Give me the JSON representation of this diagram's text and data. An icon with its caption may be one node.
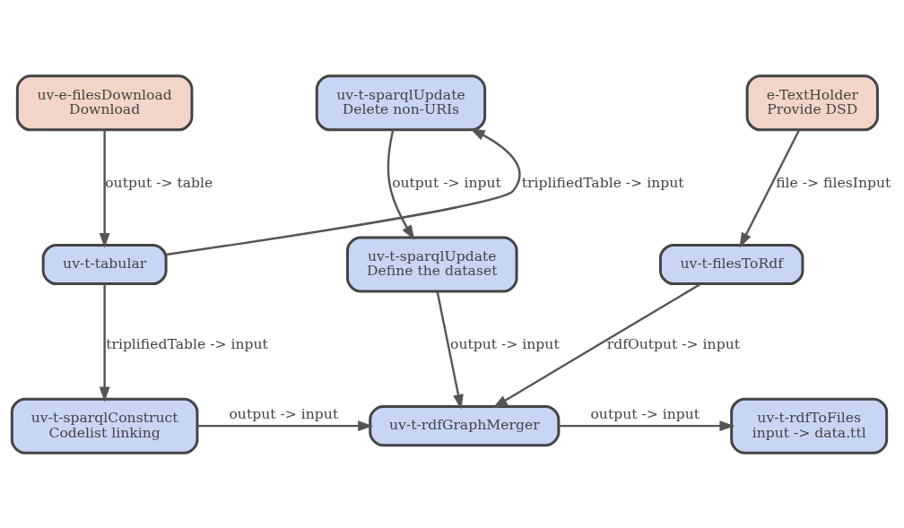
{
  "diagram": {
    "nodes": [
      {
        "text": [
          "uv-e-filesDownload",
          "Download"
        ]
      },
      {
        "text": [
          "uv-t-sparqlUpdate",
          "Delete non-URIs"
        ]
      },
      {
        "text": [
          "e-TextHolder",
          "Provide DSD"
        ]
      },
      {
        "text": [
          "uv-t-tabular"
        ]
      },
      {
        "text": [
          "uv-t-sparqlUpdate",
          "Define the dataset"
        ]
      },
      {
        "text": [
          "uv-t-filesToRdf"
        ]
      },
      {
        "text": [
          "uv-t-sparqlConstruct",
          "Codelist linking"
        ]
      },
      {
        "text": [
          "uv-t-rdfGraphMerger"
        ]
      },
      {
        "text": [
          "uv-t-rdfToFiles",
          "input -> data.ttl"
        ]
      }
    ],
    "edges": [
      {
        "from": 0,
        "to": 3,
        "arrow": "to",
        "label": "output -> table"
      },
      {
        "from": 3,
        "to": 1,
        "arrow": "to",
        "label": "triplifiedTable -> input"
      },
      {
        "from": 1,
        "to": 4,
        "arrow": "to",
        "label": "output -> input"
      },
      {
        "from": 2,
        "to": 5,
        "arrow": "to",
        "label": "file -> filesInput"
      },
      {
        "from": 3,
        "to": 6,
        "arrow": "to",
        "label": "triplifiedTable -> input"
      },
      {
        "from": 4,
        "to": 7,
        "arrow": "to",
        "label": "output -> input"
      },
      {
        "from": 5,
        "to": 7,
        "arrow": "to",
        "label": "rdfOutput -> input"
      },
      {
        "from": 6,
        "to": 7,
        "arrow": "to",
        "label": "output -> input"
      },
      {
        "from": 7,
        "to": 8,
        "arrow": "to",
        "label": "output -> input"
      }
    ]
  }
}
